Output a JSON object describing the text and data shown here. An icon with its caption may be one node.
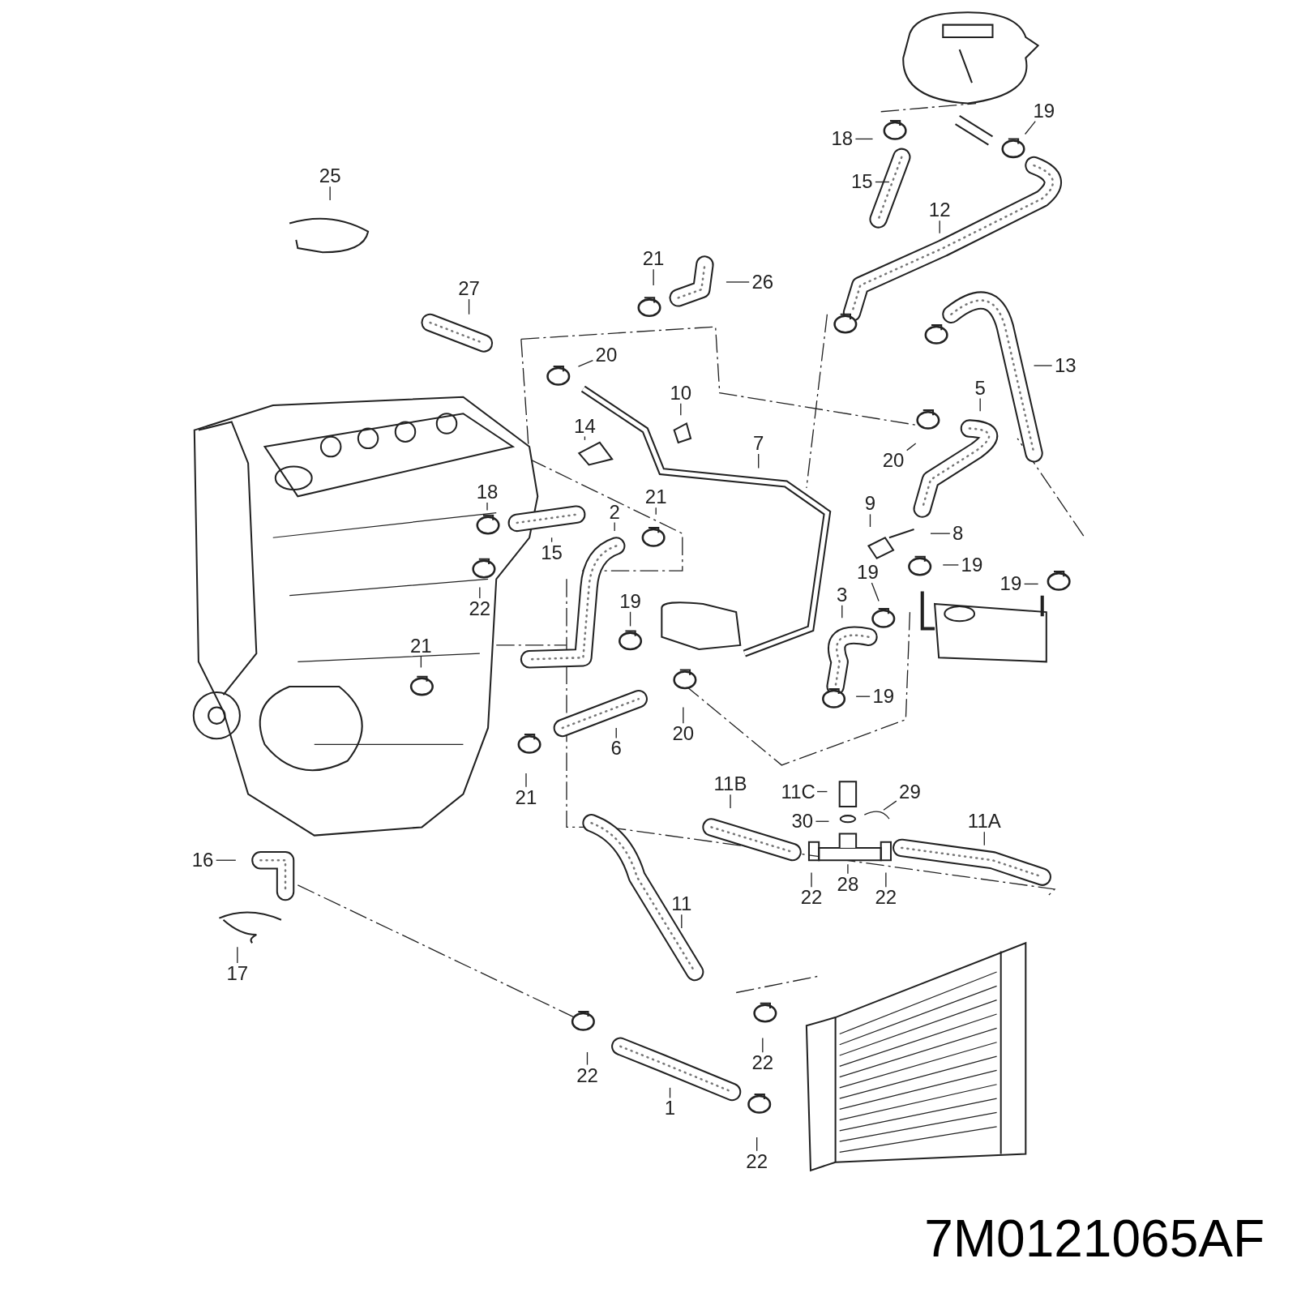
{
  "diagram": {
    "nodes": [
      {
        "text": [
          "25"
        ]
      },
      {
        "text": [
          "19"
        ]
      },
      {
        "text": [
          "18"
        ]
      },
      {
        "text": [
          "15"
        ]
      },
      {
        "text": [
          "12"
        ]
      },
      {
        "text": [
          "21"
        ]
      },
      {
        "text": [
          "26"
        ]
      },
      {
        "text": [
          "27"
        ]
      },
      {
        "text": [
          "20"
        ]
      },
      {
        "text": [
          "13"
        ]
      },
      {
        "text": [
          "10"
        ]
      },
      {
        "text": [
          "5"
        ]
      },
      {
        "text": [
          "14"
        ]
      },
      {
        "text": [
          "7"
        ]
      },
      {
        "text": [
          "20"
        ]
      },
      {
        "text": [
          "18"
        ]
      },
      {
        "text": [
          "21"
        ]
      },
      {
        "text": [
          "2"
        ]
      },
      {
        "text": [
          "9"
        ]
      },
      {
        "text": [
          "8"
        ]
      },
      {
        "text": [
          "15"
        ]
      },
      {
        "text": [
          "19"
        ]
      },
      {
        "text": [
          "19"
        ]
      },
      {
        "text": [
          "19"
        ]
      },
      {
        "text": [
          "22"
        ]
      },
      {
        "text": [
          "3"
        ]
      },
      {
        "text": [
          "19"
        ]
      },
      {
        "text": [
          "21"
        ]
      },
      {
        "text": [
          "19"
        ]
      },
      {
        "text": [
          "20"
        ]
      },
      {
        "text": [
          "6"
        ]
      },
      {
        "text": [
          "21"
        ]
      },
      {
        "text": [
          "11B"
        ]
      },
      {
        "text": [
          "11C"
        ]
      },
      {
        "text": [
          "29"
        ]
      },
      {
        "text": [
          "30"
        ]
      },
      {
        "text": [
          "11A"
        ]
      },
      {
        "text": [
          "16"
        ]
      },
      {
        "text": [
          "22"
        ]
      },
      {
        "text": [
          "28"
        ]
      },
      {
        "text": [
          "22"
        ]
      },
      {
        "text": [
          "11"
        ]
      },
      {
        "text": [
          "17"
        ]
      },
      {
        "text": [
          "22"
        ]
      },
      {
        "text": [
          "22"
        ]
      },
      {
        "text": [
          "1"
        ]
      },
      {
        "text": [
          "22"
        ]
      }
    ],
    "edges": [
      {
        "from": 0,
        "to": null,
        "arrow": "none"
      },
      {
        "from": 1,
        "to": null,
        "arrow": "none"
      },
      {
        "from": 2,
        "to": null,
        "arrow": "none"
      },
      {
        "from": 3,
        "to": null,
        "arrow": "none"
      },
      {
        "from": 4,
        "to": null,
        "arrow": "none"
      },
      {
        "from": 5,
        "to": null,
        "arrow": "none"
      },
      {
        "from": 6,
        "to": null,
        "arrow": "none"
      },
      {
        "from": 7,
        "to": null,
        "arrow": "none"
      },
      {
        "from": 8,
        "to": null,
        "arrow": "none"
      },
      {
        "from": 9,
        "to": null,
        "arrow": "none"
      },
      {
        "from": 10,
        "to": null,
        "arrow": "none"
      },
      {
        "from": 11,
        "to": null,
        "arrow": "none"
      },
      {
        "from": 12,
        "to": null,
        "arrow": "none"
      },
      {
        "from": 13,
        "to": null,
        "arrow": "none"
      },
      {
        "from": 14,
        "to": null,
        "arrow": "none"
      },
      {
        "from": 15,
        "to": null,
        "arrow": "none"
      },
      {
        "from": 16,
        "to": null,
        "arrow": "none"
      },
      {
        "from": 17,
        "to": null,
        "arrow": "none"
      },
      {
        "from": 18,
        "to": null,
        "arrow": "none"
      },
      {
        "from": 19,
        "to": null,
        "arrow": "none"
      },
      {
        "from": 20,
        "to": null,
        "arrow": "none"
      },
      {
        "from": 21,
        "to": null,
        "arrow": "none"
      },
      {
        "from": 22,
        "to": null,
        "arrow": "none"
      },
      {
        "from": 23,
        "to": null,
        "arrow": "none"
      },
      {
        "from": 24,
        "to": null,
        "arrow": "none"
      },
      {
        "from": 25,
        "to": null,
        "arrow": "none"
      },
      {
        "from": 26,
        "to": null,
        "arrow": "none"
      },
      {
        "from": 27,
        "to": null,
        "arrow": "none"
      },
      {
        "from": 28,
        "to": null,
        "arrow": "none"
      },
      {
        "from": 29,
        "to": null,
        "arrow": "none"
      },
      {
        "from": 30,
        "to": null,
        "arrow": "none"
      },
      {
        "from": 31,
        "to": null,
        "arrow": "none"
      },
      {
        "from": 32,
        "to": null,
        "arrow": "none"
      },
      {
        "from": 33,
        "to": null,
        "arrow": "none"
      },
      {
        "from": 34,
        "to": null,
        "arrow": "none"
      },
      {
        "from": 35,
        "to": null,
        "arrow": "none"
      },
      {
        "from": 36,
        "to": null,
        "arrow": "none"
      },
      {
        "from": 37,
        "to": null,
        "arrow": "none"
      },
      {
        "from": 38,
        "to": null,
        "arrow": "none"
      },
      {
        "from": 39,
        "to": null,
        "arrow": "none"
      },
      {
        "from": 40,
        "to": null,
        "arrow": "none"
      },
      {
        "from": 41,
        "to": null,
        "arrow": "none"
      },
      {
        "from": 42,
        "to": null,
        "arrow": "none"
      },
      {
        "from": 43,
        "to": null,
        "arrow": "none"
      },
      {
        "from": 44,
        "to": null,
        "arrow": "none"
      },
      {
        "from": 45,
        "to": null,
        "arrow": "none"
      },
      {
        "from": 46,
        "to": null,
        "arrow": "none"
      }
    ],
    "labels": [
      "7M0121065AF"
    ]
  }
}
